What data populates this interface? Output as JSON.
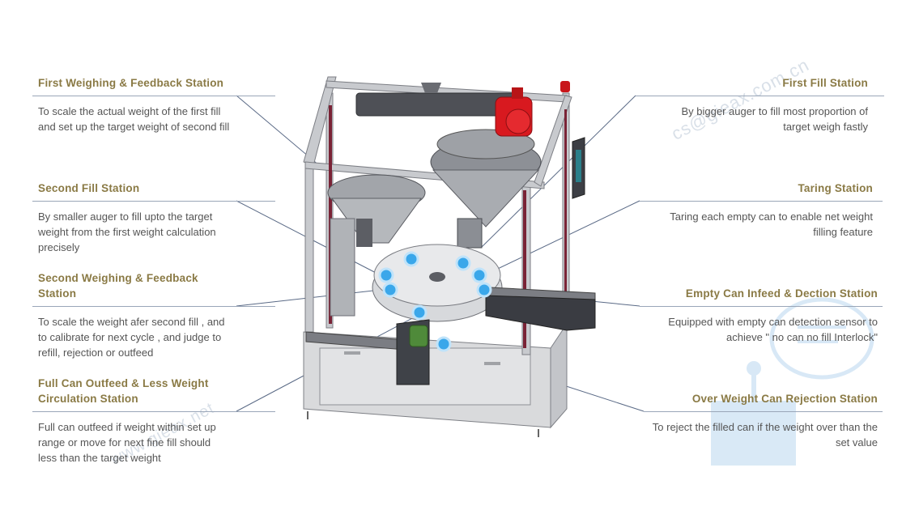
{
  "stations": [
    {
      "id": "first-weighing",
      "title": "First Weighing & Feedback Station",
      "desc": "To scale the actual weight of the first fill and set up the target weight of second fill"
    },
    {
      "id": "second-fill",
      "title": "Second Fill Station",
      "desc": "By smaller auger to fill upto the target weight from the first weight calculation precisely"
    },
    {
      "id": "second-weighing",
      "title": "Second Weighing & Feedback Station",
      "desc": "To scale the weight afer second fill , and to calibrate for next cycle , and judge  to refill, rejection or outfeed"
    },
    {
      "id": "full-can-outfeed",
      "title": "Full Can Outfeed & Less Weight Circulation Station",
      "desc": "Full can outfeed if weight within set up range or move for next fine fill should less than the target weight"
    },
    {
      "id": "first-fill",
      "title": "First Fill Station",
      "desc": "By bigger auger to fill most proportion of target weigh fastly"
    },
    {
      "id": "taring",
      "title": "Taring Station",
      "desc": "Taring each empty can to enable net weight filling feature"
    },
    {
      "id": "empty-can-infeed",
      "title": "Empty Can Infeed & Dection Station",
      "desc": "Equipped with empty can detection sensor to achieve \" no can no fill Interlock\""
    },
    {
      "id": "over-weight-rejection",
      "title": "Over Weight Can Rejection Station",
      "desc": "To reject the filled can if the weight over than the set value"
    }
  ],
  "watermarks": {
    "top": "cs@gieax.com.cn",
    "bottom": "www.gieax.net"
  },
  "colors": {
    "title": "#8a7a45",
    "desc": "#555555",
    "rule": "#9aa6b8",
    "frame": "#8d9096",
    "accent_red": "#d8191f",
    "marker": "#3aa7ea"
  }
}
